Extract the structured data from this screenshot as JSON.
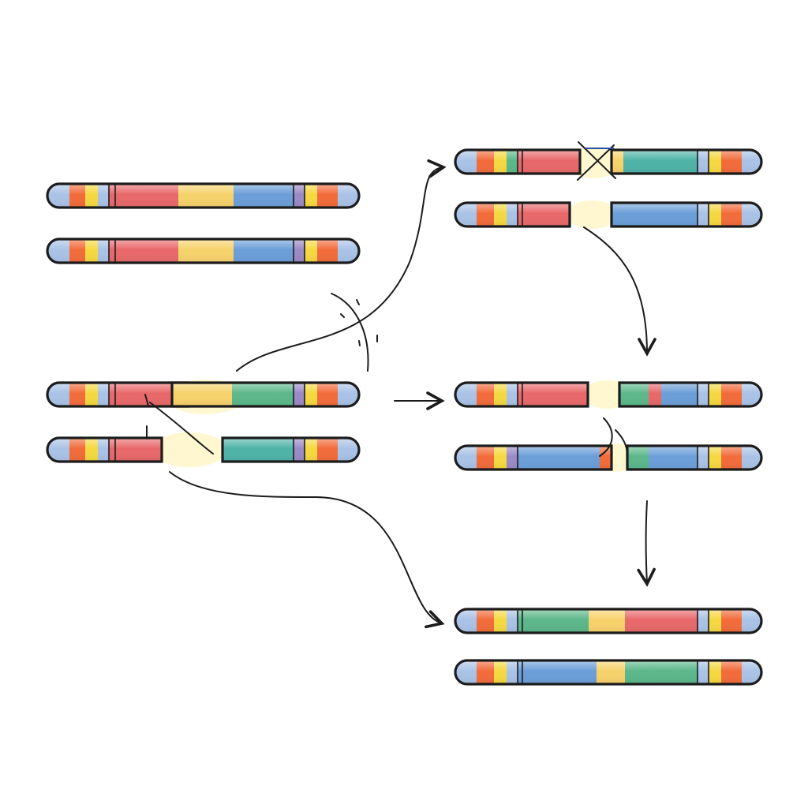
{
  "colors": {
    "red": "#e8686a",
    "yellow": "#f7d26b",
    "blue": "#6b9ed8",
    "green": "#5bb78a",
    "orange": "#f26b3a",
    "bright_yellow": "#f5d840",
    "cap": "#a9c2e6",
    "purple": "#9a8ac6",
    "teal": "#4fb3a8",
    "outline": "#1c1c1c",
    "break_glow": "#fff6c8"
  },
  "diagram": {
    "stages": [
      {
        "name": "original-chromosome-pair",
        "chromosomes": 2
      },
      {
        "name": "broken-chromosome-pair",
        "chromosomes": 2
      },
      {
        "name": "crossing-chromosomes",
        "chromosomes": 2
      },
      {
        "name": "rejoining-chromosomes",
        "chromosomes": 2
      },
      {
        "name": "recombined-chromosome-pair",
        "chromosomes": 2
      }
    ],
    "arrows": [
      "curve-to-crossing",
      "straight-to-rejoining",
      "down-to-rejoining",
      "down-to-result",
      "curve-to-result"
    ]
  }
}
